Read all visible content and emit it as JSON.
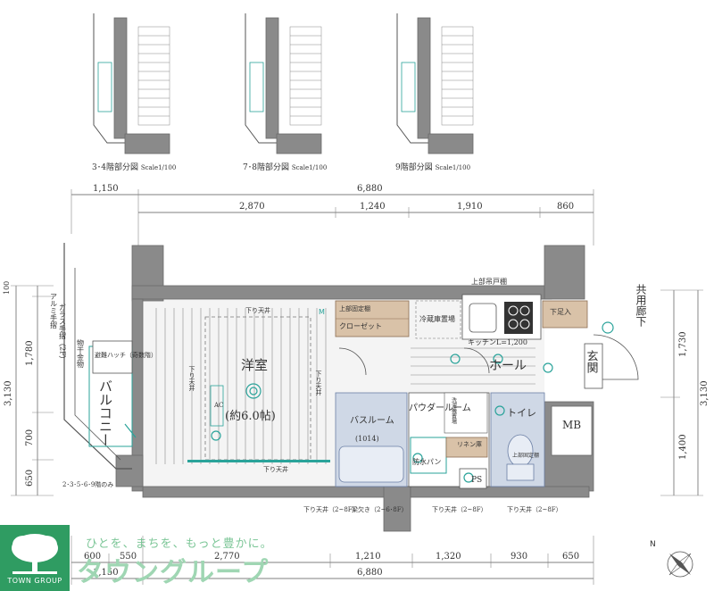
{
  "partial_plans": [
    {
      "caption": "3･4階部分図"
    },
    {
      "caption": "7･8階部分図"
    },
    {
      "caption": "9階部分図"
    }
  ],
  "scale_label": "Scale1/100",
  "dims_top": {
    "overall": [
      "1,150",
      "6,880"
    ],
    "segments": [
      "2,870",
      "1,240",
      "1,910",
      "860"
    ]
  },
  "dims_bottom": {
    "segments": [
      "600",
      "550",
      "2,770",
      "1,210",
      "1,320",
      "930",
      "650"
    ],
    "overall": [
      "1,150",
      "6,880"
    ]
  },
  "dims_left": {
    "segments": [
      "100",
      "1,780",
      "700",
      "650"
    ],
    "overall": "3,130"
  },
  "dims_right": {
    "segments": [
      "1,730",
      "1,400"
    ],
    "overall": "3,130"
  },
  "rooms": {
    "western": "洋室",
    "western_size": "(約6.0帖)",
    "balcony": "バルコニー",
    "bath": "バスルーム",
    "bath_size": "(1014)",
    "powder": "パウダールーム",
    "toilet": "トイレ",
    "hall": "ホール",
    "entrance": "玄関",
    "mb": "MB",
    "ps": "PS",
    "corridor": "共用廊下",
    "closet": "クローゼット",
    "linen": "リネン庫",
    "shoe": "下足入",
    "fridge": "冷蔵庫置場",
    "waterproof_pan": "防水パン"
  },
  "labels": {
    "upper_fixed_shelf": "上部固定棚",
    "upper_cabinet": "上部吊戸棚",
    "kitchen": "キッチンL=1,200",
    "lowered_ceiling": "下り天井",
    "lowered_ceiling_2_8": "下り天井（2~8F）",
    "beam_2_6_8": "梁欠き（2~6･8F）",
    "escape_hatch": "避難ハッチ（奇数階）",
    "handrail": "アルミ手摺",
    "glass_handrail": "ガラス手摺（2F）",
    "fixture": "物干金物",
    "floors_note": "2･3･5･6･9階のみ",
    "wash_space": "洗濯機置場",
    "upper_fixed_shelf_toilet": "上部固定棚",
    "ac": "AC",
    "m": "M"
  },
  "branding": {
    "slogan": "ひとを、まちを、もっと豊かに。",
    "brand": "タウングループ",
    "caption": "TOWN GROUP"
  },
  "compass": {
    "north": "N"
  }
}
